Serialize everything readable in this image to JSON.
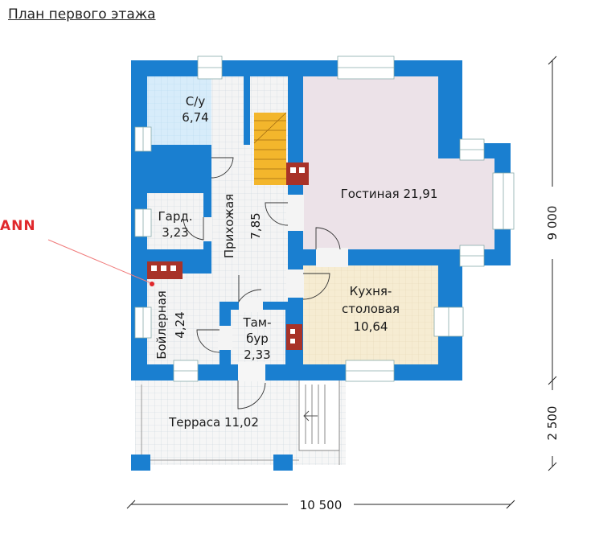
{
  "page_title": "План первого этажа",
  "brand_label": "ANN",
  "rooms": {
    "su": {
      "name": "С/у",
      "area": "6,74"
    },
    "gostinaya": {
      "name": "Гостиная",
      "area": "21,91"
    },
    "gard": {
      "name": "Гард.",
      "area": "3,23"
    },
    "prikhozhaya": {
      "name": "Прихожая",
      "area": "7,85"
    },
    "kukhnya": {
      "name_line1": "Кухня-",
      "name_line2": "столовая",
      "area": "10,64"
    },
    "boilernaya": {
      "name": "Бойлерная",
      "area": "4,24"
    },
    "tambur": {
      "name_line1": "Там-",
      "name_line2": "бур",
      "area": "2,33"
    },
    "terrasa": {
      "name": "Терраса",
      "area": "11,02"
    }
  },
  "dimensions": {
    "width": "10 500",
    "depth_main": "9 000",
    "depth_terrace": "2 500"
  },
  "colors": {
    "wall": "#1a7fd0",
    "wall_dark": "#0c5fa8",
    "bath": "#d7ecfa",
    "living": "#ecdfe6",
    "kitchen": "#f6ecd2",
    "hall": "#f2f2f2",
    "stairs": "#f3b62c",
    "stove": "#a83228",
    "callout": "#f07a7a"
  }
}
